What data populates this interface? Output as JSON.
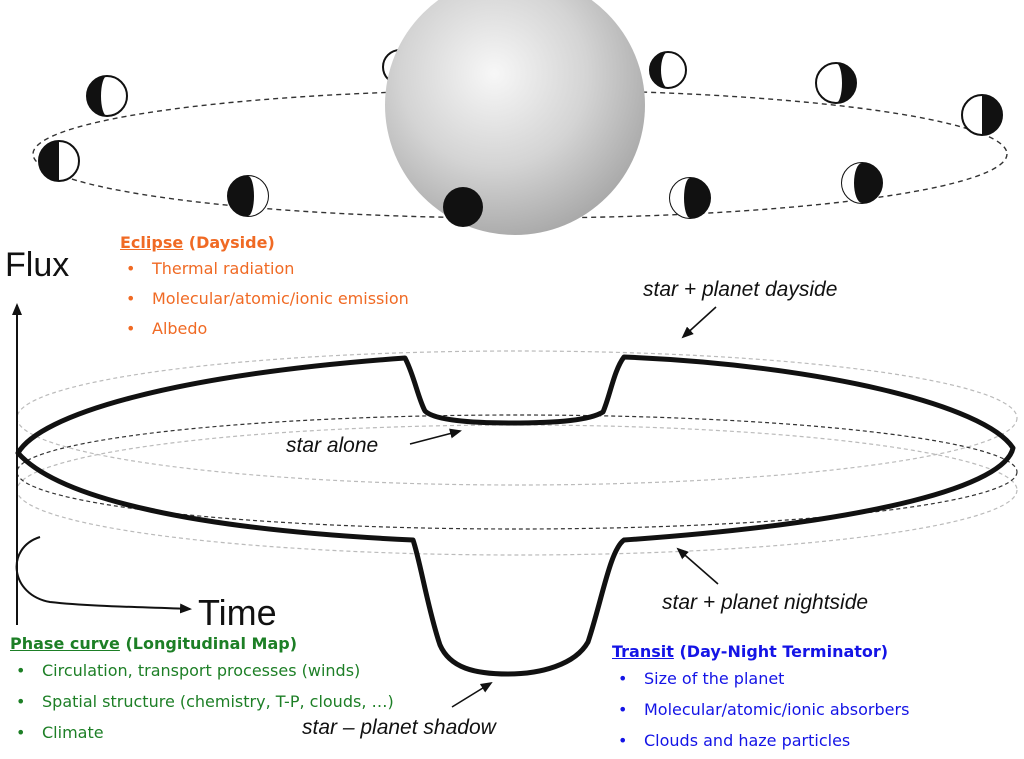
{
  "axes": {
    "y_label": "Flux",
    "x_label": "Time"
  },
  "curve_labels": {
    "dayside": "star + planet dayside",
    "star_alone": "star alone",
    "nightside": "star + planet nightside",
    "shadow": "star – planet shadow"
  },
  "eclipse": {
    "title": "Eclipse",
    "subtitle": "(Dayside)",
    "items": [
      "Thermal radiation",
      "Molecular/atomic/ionic emission",
      "Albedo"
    ]
  },
  "phase_curve": {
    "title": "Phase curve",
    "subtitle": "(Longitudinal Map)",
    "items": [
      "Circulation, transport processes (winds)",
      "Spatial structure (chemistry, T-P, clouds, …)",
      "Climate"
    ]
  },
  "transit": {
    "title": "Transit",
    "subtitle": "(Day-Night Terminator)",
    "items": [
      "Size of the planet",
      "Molecular/atomic/ionic absorbers",
      "Clouds and haze particles"
    ]
  },
  "colors": {
    "eclipse": "#f06a24",
    "phase_curve": "#1d7f26",
    "transit": "#1414e6",
    "star": "#c8c8c8"
  }
}
